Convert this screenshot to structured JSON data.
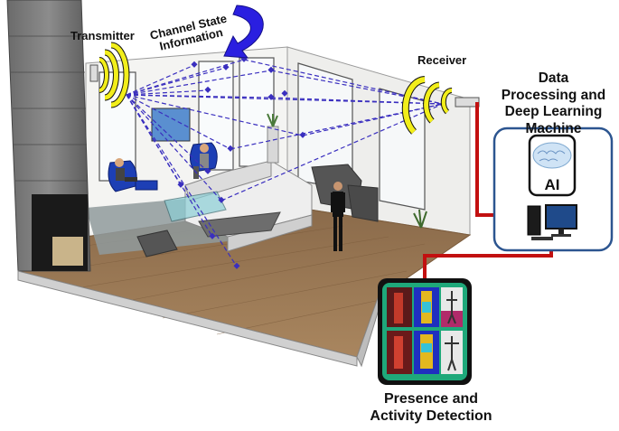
{
  "labels": {
    "transmitter": "Transmitter",
    "channel_state_line1": "Channel State",
    "channel_state_line2": "Information",
    "receiver": "Receiver",
    "data_processing_line1": "Data",
    "data_processing_line2": "Processing and",
    "data_processing_line3": "Deep Learning",
    "data_processing_line4": "Machine",
    "ai": "AI",
    "presence_line1": "Presence and",
    "presence_line2": "Activity Detection"
  },
  "colors": {
    "signal_rays": "#3a2fbf",
    "csi_arrow": "#2a1fe0",
    "antenna": "#f2ee1a",
    "connection_cable": "#c21010",
    "ml_box_border": "#2c5590",
    "detection_panel_border": "#111111",
    "detection_panel_inner": "#1fa87a"
  },
  "icons": [
    "antenna-icon",
    "curved-arrow-icon",
    "brain-icon",
    "computer-icon",
    "person-icon",
    "armchair-icon",
    "sofa-icon"
  ]
}
